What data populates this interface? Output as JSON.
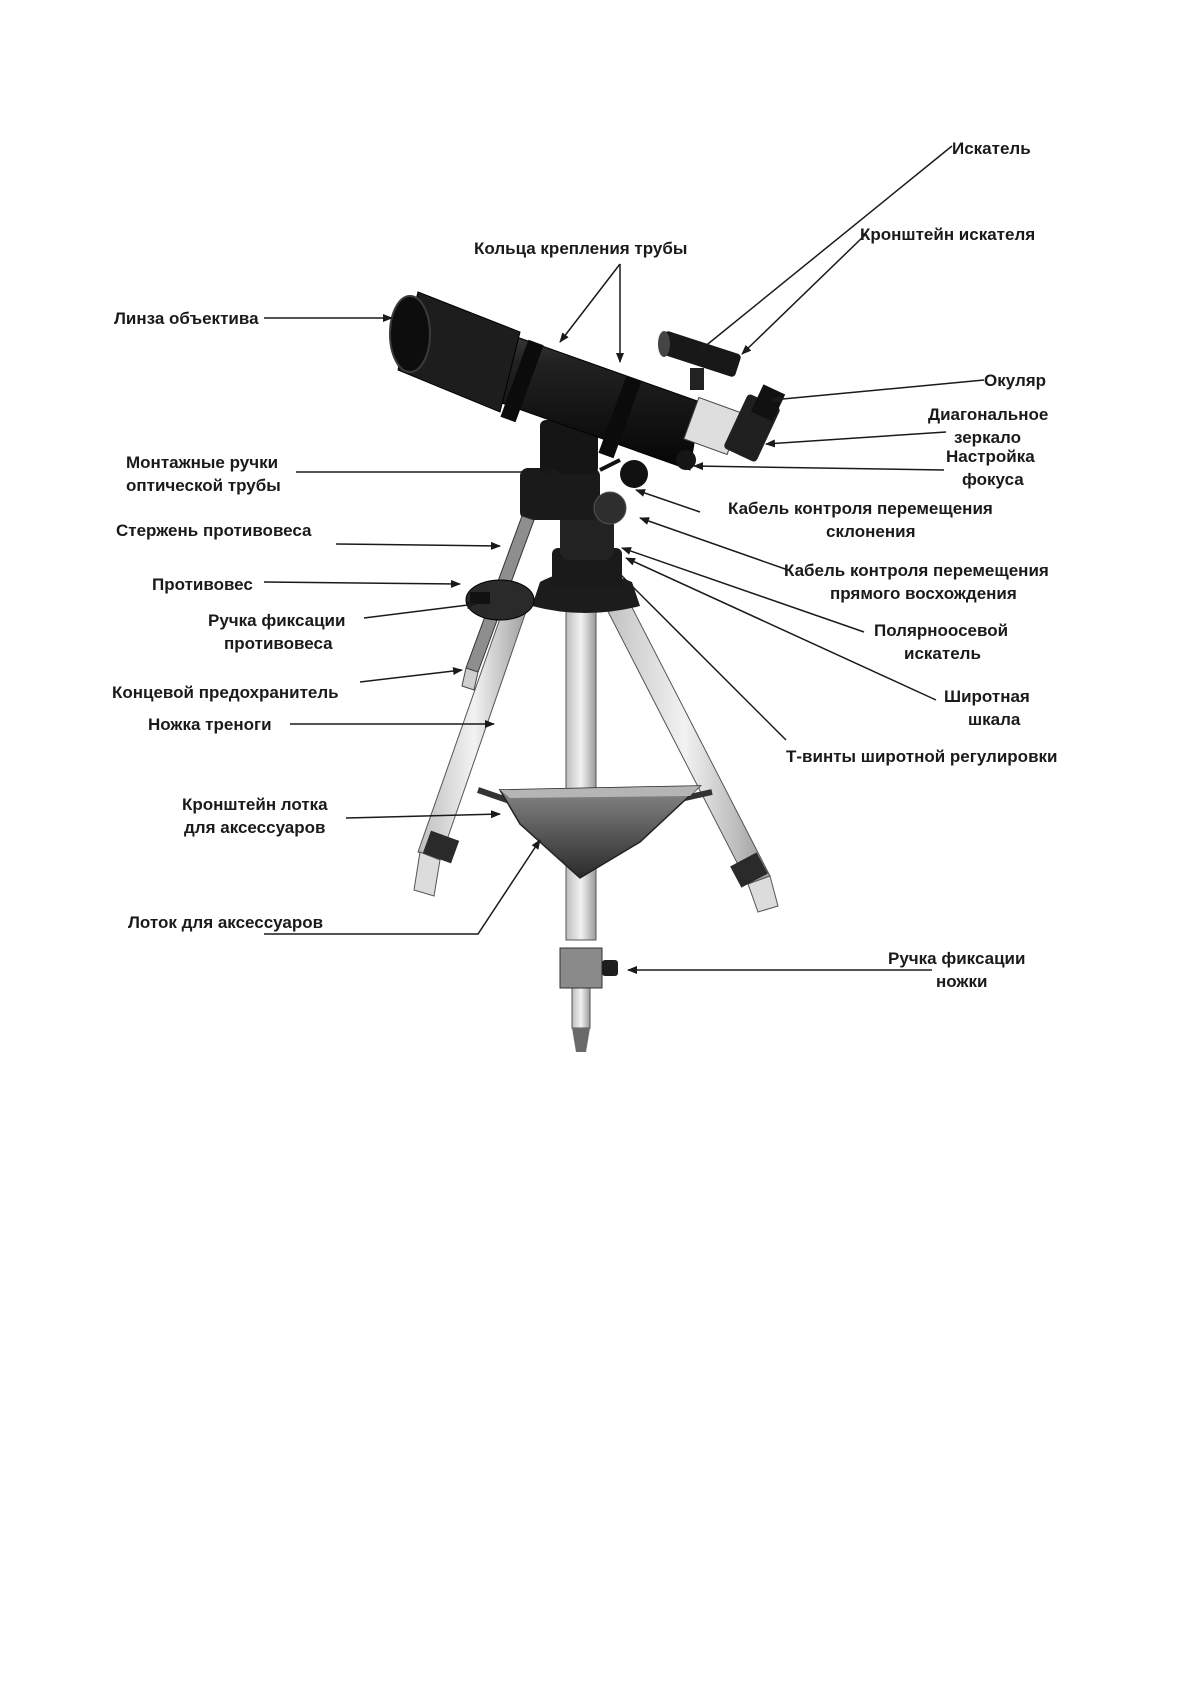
{
  "labels": {
    "finder": "Искатель",
    "finder_bracket": "Кронштейн искателя",
    "tube_rings": "Кольца крепления трубы",
    "objective_lens": "Линза объектива",
    "eyepiece": "Окуляр",
    "diagonal_1": "Диагональное",
    "diagonal_2": "зеркало",
    "focus_1": "Настройка",
    "focus_2": "фокуса",
    "tube_handles_1": "Монтажные ручки",
    "tube_handles_2": "оптической трубы",
    "dec_cable_1": "Кабель контроля перемещения",
    "dec_cable_2": "склонения",
    "cw_shaft": "Стержень противовеса",
    "ra_cable_1": "Кабель контроля перемещения",
    "ra_cable_2": "прямого восхождения",
    "counterweight": "Противовес",
    "cw_lock_1": "Ручка фиксации",
    "cw_lock_2": "противовеса",
    "polar_finder_1": "Полярноосевой",
    "polar_finder_2": "искатель",
    "end_cap": "Концевой предохранитель",
    "latitude_scale_1": "Широтная",
    "latitude_scale_2": "шкала",
    "tripod_leg": "Ножка треноги",
    "latitude_bolts": "Т-винты широтной регулировки",
    "tray_bracket_1": "Кронштейн лотка",
    "tray_bracket_2": "для аксессуаров",
    "tray": "Лоток для аксессуаров",
    "leg_lock_1": "Ручка фиксации",
    "leg_lock_2": "ножки"
  }
}
